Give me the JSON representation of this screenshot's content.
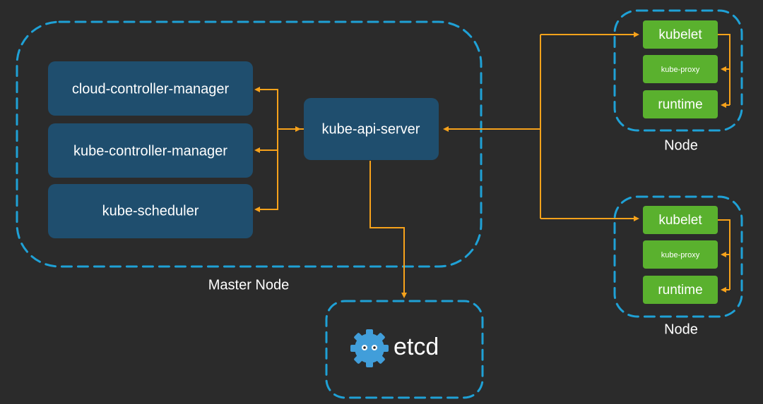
{
  "colors": {
    "background": "#2b2b2b",
    "dashed_border": "#1fa1d6",
    "component_box": "#1f4e6e",
    "node_component": "#5ab12e",
    "connector": "#f7a21b",
    "text": "#ffffff",
    "etcd_logo": "#419eda"
  },
  "master": {
    "label": "Master Node",
    "components": [
      {
        "label": "cloud-controller-manager"
      },
      {
        "label": "kube-controller-manager"
      },
      {
        "label": "kube-scheduler"
      }
    ],
    "api_server": {
      "label": "kube-api-server"
    }
  },
  "etcd": {
    "label": "etcd",
    "icon": "etcd-logo-icon"
  },
  "nodes": [
    {
      "label": "Node",
      "components": [
        {
          "label": "kubelet"
        },
        {
          "label": "kube-proxy"
        },
        {
          "label": "runtime"
        }
      ]
    },
    {
      "label": "Node",
      "components": [
        {
          "label": "kubelet"
        },
        {
          "label": "kube-proxy"
        },
        {
          "label": "runtime"
        }
      ]
    }
  ]
}
